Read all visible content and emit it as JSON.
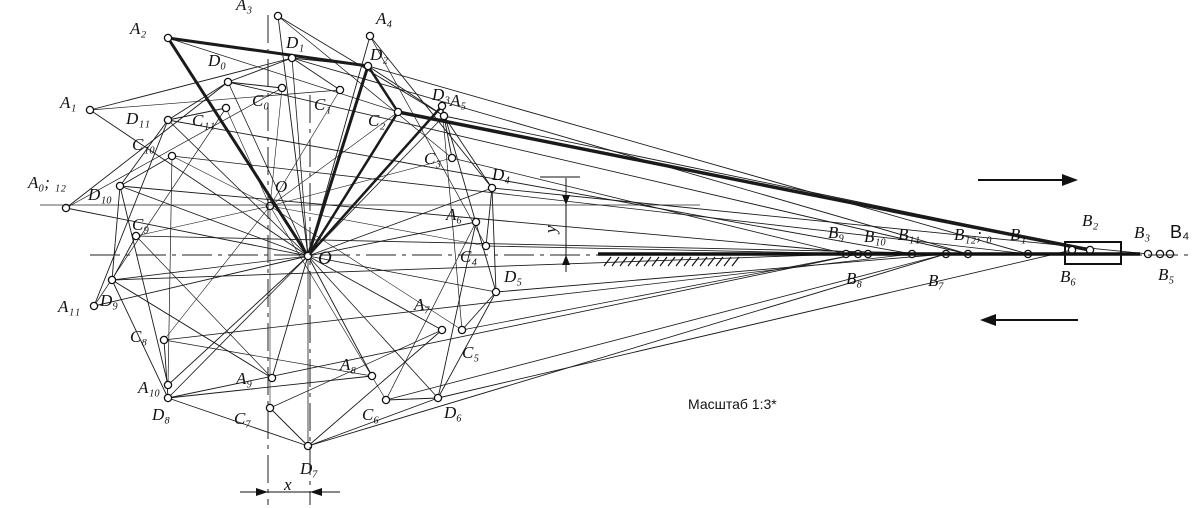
{
  "scale_caption": "Масштаб 1:3*",
  "dimension_x": "x",
  "dimension_y": "y",
  "center_label": "O",
  "center2_label": "O",
  "b4_label": "B₄",
  "labels": {
    "A0": "A₀; ₁₂",
    "A1": "A₁",
    "A2": "A₂",
    "A3": "A₃",
    "A4": "A₄",
    "A5": "A₅",
    "A6": "A₆",
    "A7": "A₇",
    "A8": "A₈",
    "A9": "A₉",
    "A10": "A₁₀",
    "A11": "A₁₁",
    "D0": "D₀",
    "D1": "D₁",
    "D2": "D₂",
    "D3": "D₃",
    "D4": "D₄",
    "D5": "D₅",
    "D6": "D₆",
    "D7": "D₇",
    "D8": "D₈",
    "D9": "D₉",
    "D10": "D₁₀",
    "D11": "D₁₁",
    "C0": "C₀",
    "C1": "C₁",
    "C2": "C₂",
    "C3": "C₃",
    "C4": "C₄",
    "C5": "C₅",
    "C6": "C₆",
    "C7": "C₇",
    "C8": "C₈",
    "C9": "C₉",
    "C10": "C₁₀",
    "C11": "C₁₁",
    "B1": "B₁",
    "B2": "B₂",
    "B3": "B₃",
    "B5": "B₅",
    "B6": "B₆",
    "B7": "B₇",
    "B8": "B₈",
    "B9": "B₉",
    "B10": "B₁₀",
    "B11": "B₁₁",
    "B12": "B₁₂; ₀"
  }
}
